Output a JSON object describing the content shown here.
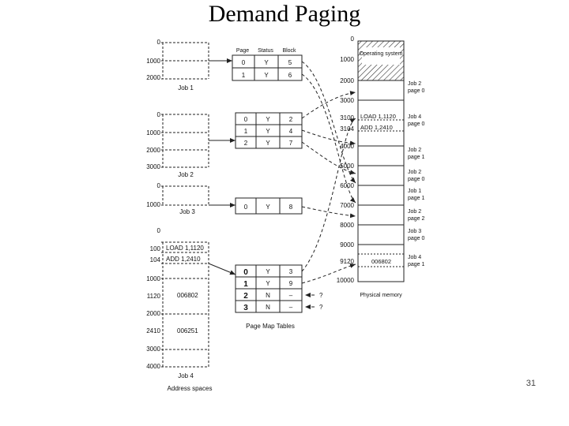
{
  "title": "Demand Paging",
  "slide_number": "31",
  "jobs": [
    {
      "name": "Job 1",
      "addresses": [
        "0",
        "1000",
        "2000"
      ],
      "contents": []
    },
    {
      "name": "Job 2",
      "addresses": [
        "0",
        "1000",
        "2000",
        "3000"
      ],
      "contents": []
    },
    {
      "name": "Job 3",
      "addresses": [
        "0",
        "1000"
      ],
      "contents": []
    },
    {
      "name": "Job 4",
      "addresses": [
        "0",
        "100",
        "104",
        "1000",
        "1120",
        "2000",
        "2410",
        "3000",
        "4000"
      ],
      "contents": [
        "LOAD 1,1120",
        "ADD 1,2410",
        "006802",
        "006251"
      ]
    }
  ],
  "address_spaces_label": "Address spaces",
  "pmt": {
    "headers": [
      "Page",
      "Status",
      "Block"
    ],
    "label": "Page Map Tables",
    "tables": [
      {
        "rows": [
          [
            "0",
            "Y",
            "5"
          ],
          [
            "1",
            "Y",
            "6"
          ]
        ]
      },
      {
        "rows": [
          [
            "0",
            "Y",
            "2"
          ],
          [
            "1",
            "Y",
            "4"
          ],
          [
            "2",
            "Y",
            "7"
          ]
        ]
      },
      {
        "rows": [
          [
            "0",
            "Y",
            "8"
          ]
        ]
      },
      {
        "rows": [
          [
            "0",
            "Y",
            "3"
          ],
          [
            "1",
            "Y",
            "9"
          ],
          [
            "2",
            "N",
            "–"
          ],
          [
            "3",
            "N",
            "–"
          ]
        ]
      }
    ],
    "unmapped_marks": [
      "?",
      "?"
    ]
  },
  "memory": {
    "label": "Physical memory",
    "addresses": [
      "0",
      "1000",
      "2000",
      "3000",
      "3100",
      "3104",
      "4000",
      "5000",
      "6000",
      "7000",
      "8000",
      "9000",
      "9120",
      "10000"
    ],
    "os_label": "Operating system",
    "contents": [
      "LOAD 1,1120",
      "ADD 1,2410",
      "006802"
    ],
    "block_labels": [
      "Job 2 page 0",
      "Job 4 page 0",
      "Job 2 page 1",
      "Job 2 page 0",
      "Job 1 page 1",
      "Job 2 page 2",
      "Job 3 page 0",
      "Job 4 page 1"
    ]
  }
}
